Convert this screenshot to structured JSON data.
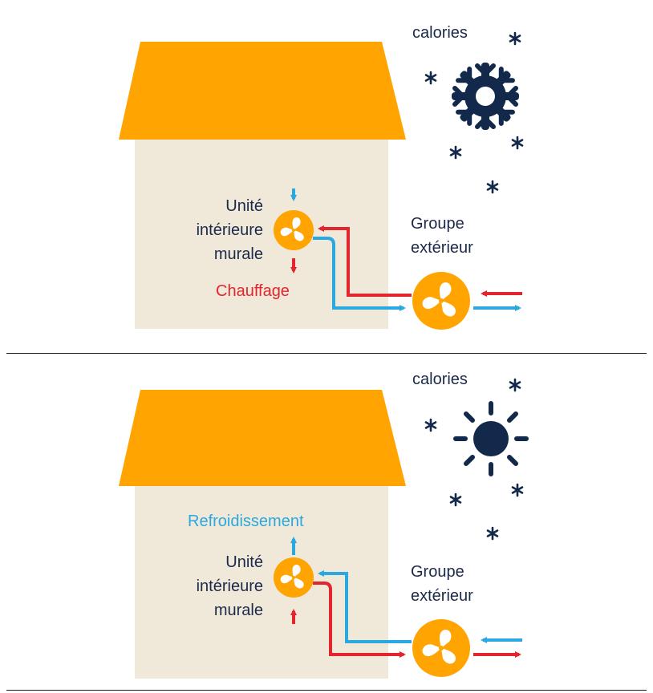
{
  "colors": {
    "roof": "#ffa400",
    "wall": "#f0e8d8",
    "navy": "#13294b",
    "red": "#e3262e",
    "blue": "#29a9e0",
    "fan": "#ffa400",
    "divider": "#1a1a1a"
  },
  "panels": [
    {
      "mode": "heating",
      "weather_icon": "snowflake-icon",
      "calories_label": "calories",
      "indoor_unit_lines": [
        "Unité",
        "intérieure",
        "murale"
      ],
      "outdoor_unit_lines": [
        "Groupe",
        "extérieur"
      ],
      "mode_label": "Chauffage",
      "mode_color": "#e3262e"
    },
    {
      "mode": "cooling",
      "weather_icon": "sun-icon",
      "calories_label": "calories",
      "indoor_unit_lines": [
        "Unité",
        "intérieure",
        "murale"
      ],
      "outdoor_unit_lines": [
        "Groupe",
        "extérieur"
      ],
      "mode_label": "Refroidissement",
      "mode_color": "#29a9e0"
    }
  ]
}
